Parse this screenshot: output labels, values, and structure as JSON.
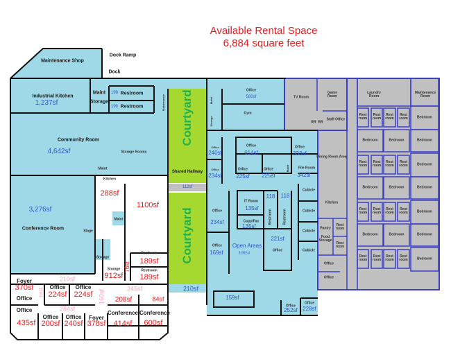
{
  "header": {
    "title": "Available Rental Space",
    "subtitle": "6,884 square feet"
  },
  "colors": {
    "rental": "#9fd9e8",
    "courtyard": "#a6d930",
    "east_wing": "#c0c0c0",
    "wall_east": "#3b3fc6",
    "text_blue": "#2f55c9",
    "text_red": "#e21b1b",
    "text_pink": "#f2a5b9"
  },
  "north": {
    "maintenance_shop": "Maintenance Shop",
    "dock_ramp": "Dock Ramp",
    "dock": "Dock",
    "industrial_kitchen": "Industrial Kitchen",
    "industrial_kitchen_sf": "1,237sf",
    "maint": "Maint",
    "storage": "Storage",
    "restroom": "Restroom",
    "restroom_sf": "198",
    "maintenance": "Maintenance",
    "community_room": "Community Room",
    "community_room_sf": "4,642sf",
    "storage_rooms": "Storage Rooms",
    "courtyard": "Courtyard",
    "shared_hallway": "Shared Hallway",
    "hall_sf": "112sf"
  },
  "west": {
    "conference_room": "Conference Room",
    "conference_sf": "3,276sf",
    "stage": "Stage",
    "storage": "Storage",
    "kitchen": "Kitchen",
    "kitchen_sf": "288sf",
    "maint": "Maint",
    "open_sf": "1100sf",
    "storage2": "Storage",
    "storage2_sf": "912sf",
    "corr_sf": "76sf",
    "restroom": "Restroom",
    "restroom_sf": "189sf"
  },
  "south": {
    "foyer": "Foyer",
    "foyer_sf": "370sf",
    "office": "Office",
    "office_sf_224": "224sf",
    "hall_210": "210sf",
    "hall_64": "64sf",
    "hall_160": "160sf",
    "hall_284": "284sf",
    "hall_245": "245sf",
    "office_435": "435sf",
    "office_200": "200sf",
    "office_240": "240sf",
    "foyer2_sf": "378sf",
    "room_208": "208sf",
    "room_84": "84sf",
    "conference": "Conference",
    "conf_414": "414sf",
    "conf_600": "600sf",
    "strip_210": "210sf",
    "room_159": "159sf",
    "office_252": "252sf",
    "office_228": "228sf"
  },
  "center": {
    "office": "Office",
    "gym": "Gym",
    "office_580": "580sf",
    "maint": "Maint",
    "storage": "Storage",
    "office_240": "240sf",
    "office_234": "234sf",
    "office_614": "614sf",
    "office_333": "333sf",
    "office_225": "225sf",
    "file_room": "File Room",
    "file_sf": "342sf",
    "it_room": "IT Room",
    "it_sf": "135sf",
    "copy_fax": "Copy/Fax",
    "copy_sf": "135sf",
    "restroom": "Restroom",
    "rr_118": "118",
    "cubicle": "Cubicle",
    "office_221": "221sf",
    "open_areas": "Open Areas",
    "open_sf": "3,992sf",
    "office_169": "169sf"
  },
  "east_wing": {
    "tv_room": "TV Room",
    "game_room": "Game Room",
    "staff_office": "Staff Office",
    "rr": "RR",
    "dining": "Dining Room Area",
    "kitchen": "Kitchen",
    "pantry": "Pantry",
    "food_storage": "Food Storage",
    "rest_room": "Rest room",
    "office": "Office",
    "laundry": "Laundry Room",
    "maintenance_room": "Maintenance Room",
    "bedroom": "Bedroom"
  }
}
